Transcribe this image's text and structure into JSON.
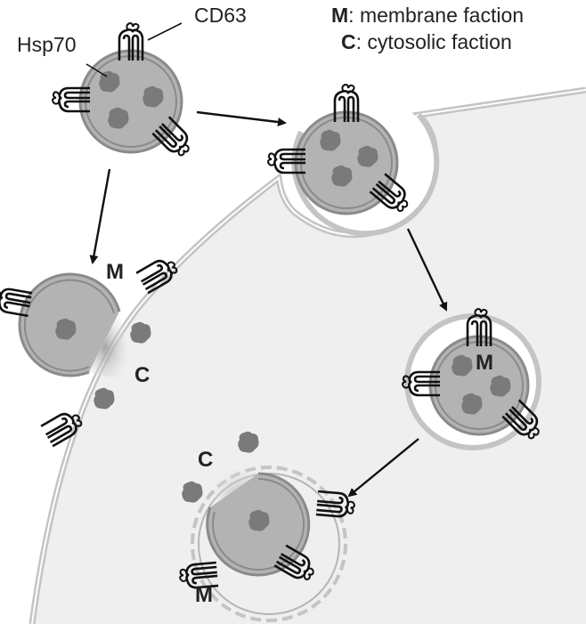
{
  "labels": {
    "cd63": "CD63",
    "hsp70": "Hsp70",
    "m": "M",
    "c": "C"
  },
  "legend": {
    "m_key": "M",
    "m_text": ": membrane faction",
    "c_key": "C",
    "c_text": ": cytosolic faction"
  },
  "colors": {
    "vesicle_fill": "#b3b3b3",
    "vesicle_ring": "#8a8a8a",
    "hsp70": "#7a7a7a",
    "cell": "#efefef",
    "cell_membrane": "#c4c4c4",
    "arrow": "#111111"
  }
}
